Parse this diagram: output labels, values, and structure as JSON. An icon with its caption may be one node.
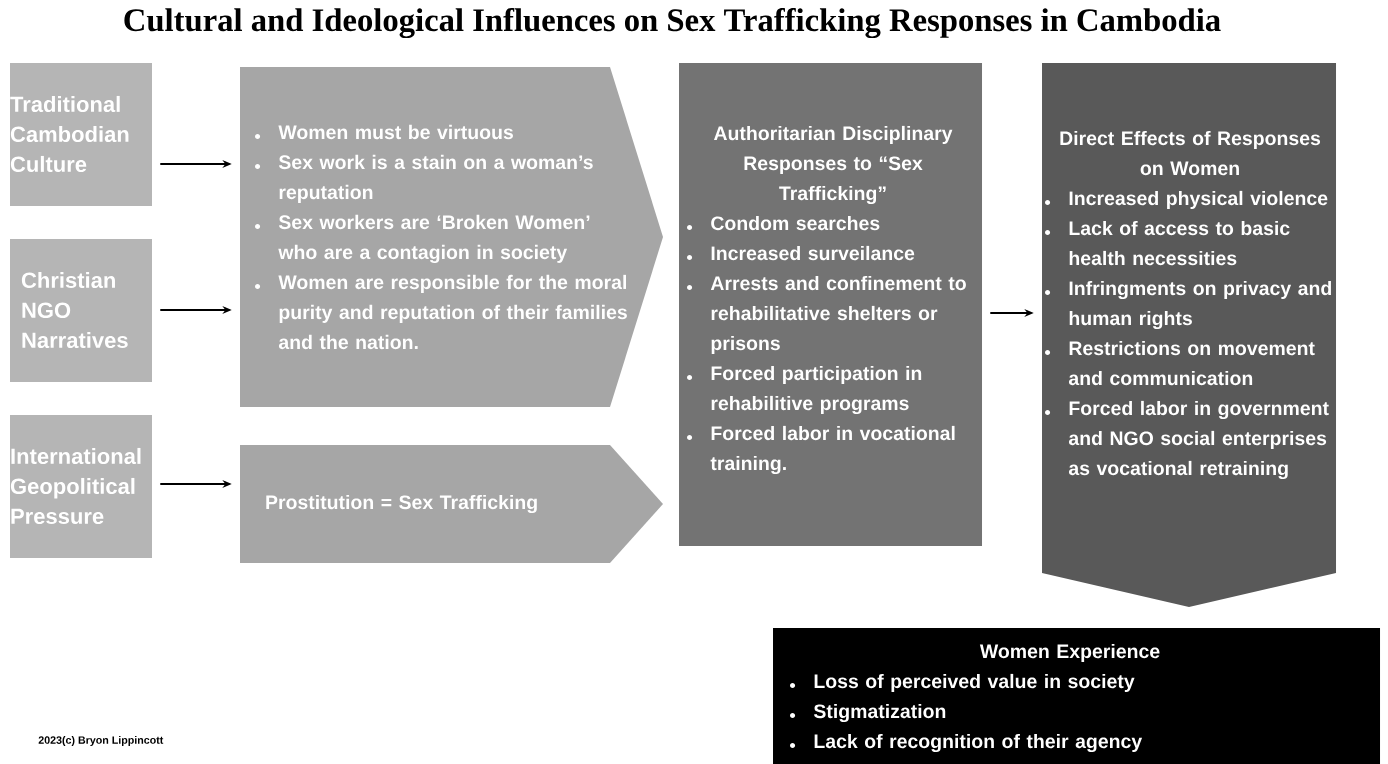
{
  "diagram": {
    "title": "Cultural and Ideological Influences on Sex Trafficking Responses in Cambodia",
    "nodes": [
      {
        "text": [
          "Traditional Cambodian Culture"
        ]
      },
      {
        "text": [
          "Christian NGO Narratives"
        ]
      },
      {
        "text": [
          "International Geopolitical Pressure"
        ]
      },
      {
        "text": [
          "Women must be virtuous",
          "Sex work is a stain on a woman’s reputation",
          "Sex workers are ‘Broken Women’ who are a contagion in society",
          "Women are responsible for the moral purity and reputation of their families and the nation."
        ]
      },
      {
        "text": [
          "Prostitution = Sex Trafficking"
        ]
      },
      {
        "text": [
          "Authoritarian Disciplinary Responses to “Sex Trafficking”",
          "Condom searches",
          "Increased surveilance",
          "Arrests and confinement to rehabilitative shelters or prisons",
          "Forced participation in rehabilitive programs",
          "Forced labor in vocational training."
        ]
      },
      {
        "text": [
          "Direct Effects of Responses on Women",
          "Increased physical violence",
          "Lack of access to basic health necessities",
          "Infringments on privacy and human rights",
          "Restrictions on movement and communication",
          "Forced labor in government and NGO social enterprises as vocational retraining"
        ]
      },
      {
        "text": [
          "Women Experience",
          "Loss of perceived value in society",
          "Stigmatization",
          "Lack of recognition of their agency"
        ]
      }
    ],
    "edges": [
      {
        "from": 0,
        "to": 3,
        "arrow": "to"
      },
      {
        "from": 1,
        "to": 3,
        "arrow": "to"
      },
      {
        "from": 2,
        "to": 4,
        "arrow": "to"
      },
      {
        "from": 5,
        "to": 6,
        "arrow": "to"
      }
    ],
    "labels": [
      "2023(c) Bryon Lippincott"
    ]
  }
}
